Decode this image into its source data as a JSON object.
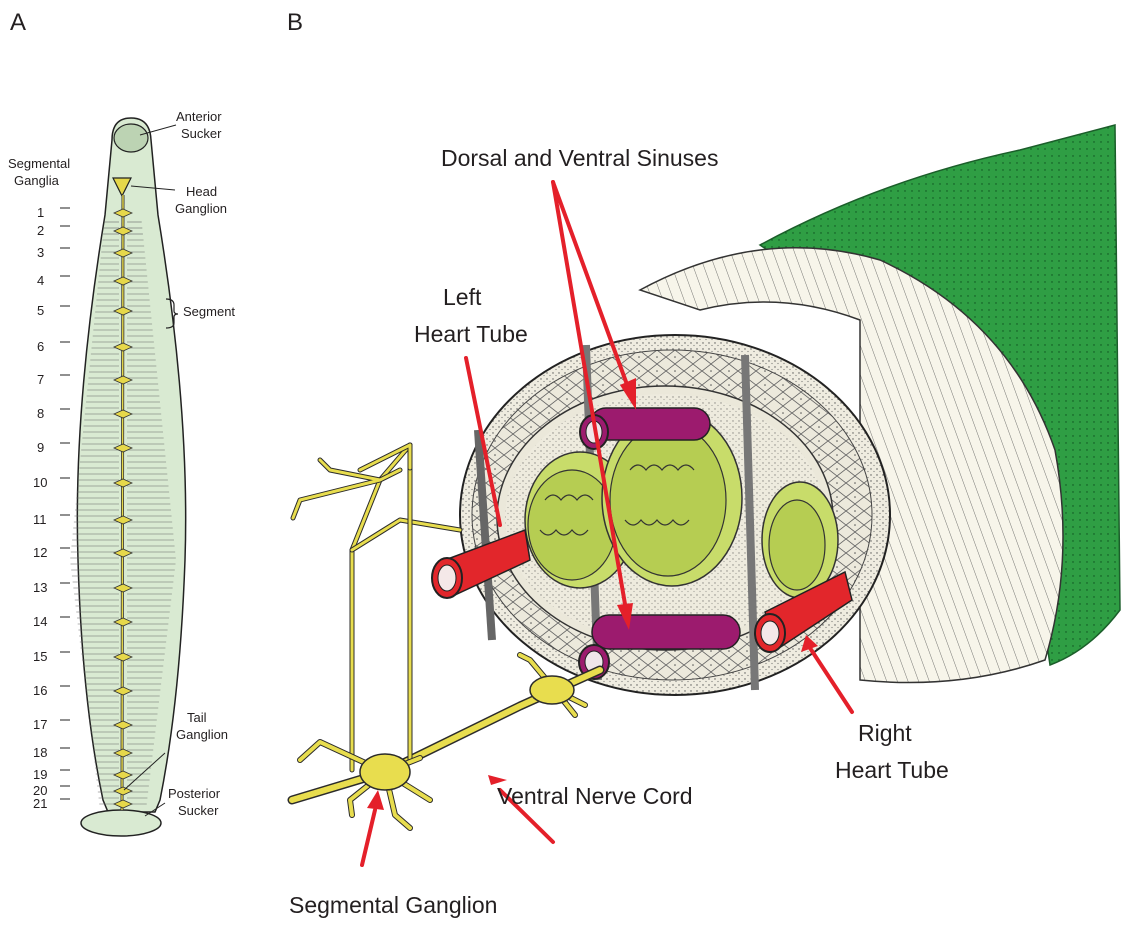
{
  "panels": {
    "a": "A",
    "b": "B"
  },
  "panel_a": {
    "segmental_ganglia_label": [
      "Segmental",
      "Ganglia"
    ],
    "anterior_sucker": [
      "Anterior",
      "Sucker"
    ],
    "head_ganglion": [
      "Head",
      "Ganglion"
    ],
    "segment": "Segment",
    "tail_ganglion": [
      "Tail",
      "Ganglion"
    ],
    "posterior_sucker": [
      "Posterior",
      "Sucker"
    ],
    "segment_numbers": [
      "1",
      "2",
      "3",
      "4",
      "5",
      "6",
      "7",
      "8",
      "9",
      "10",
      "11",
      "12",
      "13",
      "14",
      "15",
      "16",
      "17",
      "18",
      "19",
      "20",
      "21"
    ]
  },
  "panel_b": {
    "dorsal_ventral_sinuses": "Dorsal and Ventral Sinuses",
    "left_heart_tube": [
      "Left",
      "Heart Tube"
    ],
    "right_heart_tube": [
      "Right",
      "Heart Tube"
    ],
    "ventral_nerve_cord": "Ventral Nerve Cord",
    "segmental_ganglion": "Segmental Ganglion"
  },
  "colors": {
    "body_fill": "#d9ead2",
    "ganglion": "#e6d84a",
    "muscle_green": "#2f9e44",
    "heart_red": "#e2262b",
    "sinus_purple": "#9c1b6e",
    "gut_green": "#c8dc6a",
    "pointer_red": "#e4202a",
    "tissue": "#f3f0e3"
  }
}
